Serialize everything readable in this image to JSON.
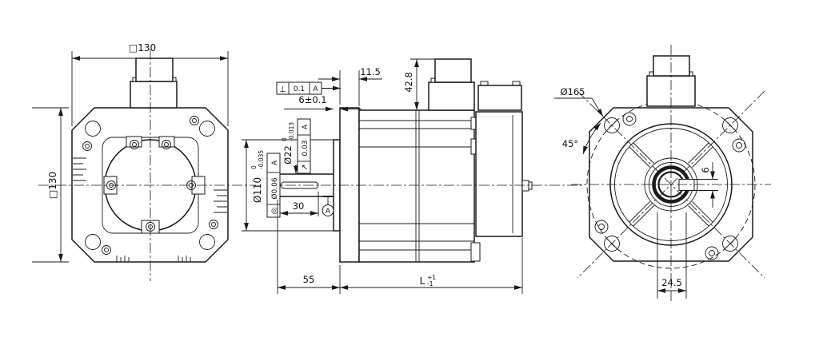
{
  "dims": {
    "front_width": "□130",
    "front_height": "□130",
    "flange_thickness": "11.5",
    "connector_height": "42.8",
    "spigot_depth": "6±0.1",
    "key_length": "30",
    "shaft_extension": "55",
    "body_length": "L",
    "body_length_tol_plus": "+1",
    "body_length_tol_minus": "-1",
    "shaft_dia": "Ø22",
    "shaft_dia_tol_upper": "0",
    "shaft_dia_tol_lower": "-0.013",
    "spigot_dia": "Ø110",
    "spigot_dia_tol_upper": "0",
    "spigot_dia_tol_lower": "-0.035",
    "bolt_circle_dia": "Ø165",
    "mount_hole_angle": "45°",
    "keyway_width": "6",
    "keyway_span": "24.5"
  },
  "gdt": {
    "perpendicularity": {
      "symbol": "⊥",
      "tolerance": "0.1",
      "datum": "A"
    },
    "circular_runout": {
      "symbol": "↗",
      "tolerance": "0.03",
      "datum": "A"
    },
    "concentricity": {
      "symbol": "◎",
      "tolerance": "Ø0.06",
      "datum": "A"
    },
    "datum": "A"
  }
}
